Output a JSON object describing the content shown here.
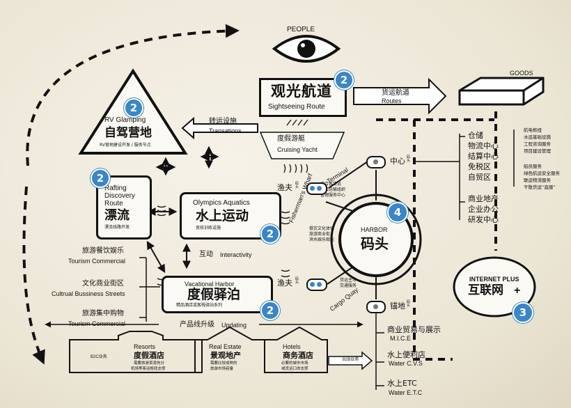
{
  "top": {
    "people": "PEOPLE",
    "goods": "GOODS"
  },
  "rv": {
    "badge": "2",
    "en": "RV Glamping",
    "cn": "自驾营地",
    "sub": "RV营地建设开发 / 服务节点"
  },
  "transfer": {
    "cn": "转运设施",
    "en": "Transations"
  },
  "sightseeing": {
    "badge": "2",
    "cn": "观光航道",
    "en": "Sightseeing Route"
  },
  "cargo_route": {
    "cn": "货运航道",
    "en": "Routes"
  },
  "yacht": {
    "cn": "度假游艇",
    "en": "Cruising Yacht"
  },
  "rafting": {
    "badge": "2",
    "en1": "Rafting",
    "en2": "Discovery",
    "en3": "Route",
    "cn": "漂流",
    "sub": "漂流线路开发"
  },
  "aquatics": {
    "badge": "2",
    "en": "Olympics Aquatics",
    "cn": "水上运动",
    "sub": "竞技训练设施"
  },
  "interact": {
    "cn": "互动",
    "en": "Interactivity"
  },
  "harbor": {
    "badge": "4",
    "en": "HARBOR",
    "cn": "码头"
  },
  "internet": {
    "badge": "3",
    "en": "INTERNET PLUS",
    "cn": "互联网"
  },
  "vharbor": {
    "badge": "2",
    "en": "Vacational Harbor",
    "cn": "度假驿泊",
    "sub": "精品酒店或客栈驿站系列"
  },
  "left_list": [
    {
      "cn": "旅游餐饮娱乐",
      "en": "Tourism Commercial"
    },
    {
      "cn": "文化商业街区",
      "en": "Cultrual Bussiness Streets"
    },
    {
      "cn": "旅游集中购物",
      "en": "Tourism Commercial"
    }
  ],
  "upgrade": {
    "cn": "产品线升级",
    "en": "Updating"
  },
  "b2c": "B2C业务",
  "b2b": "B2B业务",
  "houses": [
    {
      "en": "Resorts",
      "cn": "度假酒店",
      "sub1": "需要旅游资源充分",
      "sub2": "机场等客运枢纽支撑"
    },
    {
      "en": "Real Estate",
      "cn": "景观地产",
      "sub1": "需要比较成熟的",
      "sub2": "旅游市场容量"
    },
    {
      "en": "Hotels",
      "cn": "商务酒店",
      "sub1": "必要的城市市场",
      "sub2": "或货运口岸支撑"
    }
  ],
  "ports": {
    "center": "中心",
    "center_small": "码头",
    "fisher1": "渔夫",
    "fisher1_small": "码头",
    "fisher2": "渔夫",
    "fisher2_small": "码头",
    "anchor": "锚地",
    "anchor_small": "码头"
  },
  "curved": {
    "terminal": "Terminal",
    "wharf": "Fisherman's Wharf",
    "quay": "Cargo Quay"
  },
  "terminal_notes": [
    "综合客货运",
    "转口运输组织",
    "管理服务中心"
  ],
  "wharf_notes": [
    "餐饮文化体验",
    "旅游商业街",
    "滨水娱乐观光"
  ],
  "cargo_notes": [
    "货运主导",
    "交通服务"
  ],
  "center_list": [
    "仓储",
    "物流中心",
    "结算中心",
    "免税区",
    "自贸区"
  ],
  "business_list": [
    "商业地产",
    "企业办公",
    "研发中心"
  ],
  "right_services_1": [
    "航电枢纽",
    "水运基础设施",
    "工程咨询服务",
    "项目建设管理"
  ],
  "right_services_2": [
    "船员服务",
    "绿色航运安全服务",
    "联运物流服务",
    "干散货运“直服”"
  ],
  "bottom_list": [
    {
      "cn": "商业贸易与展示",
      "en": "M.I.C.E"
    },
    {
      "cn": "水上便利店",
      "en": "Water C.V.S"
    },
    {
      "cn": "水上ETC",
      "en": "Water E.T.C"
    }
  ]
}
